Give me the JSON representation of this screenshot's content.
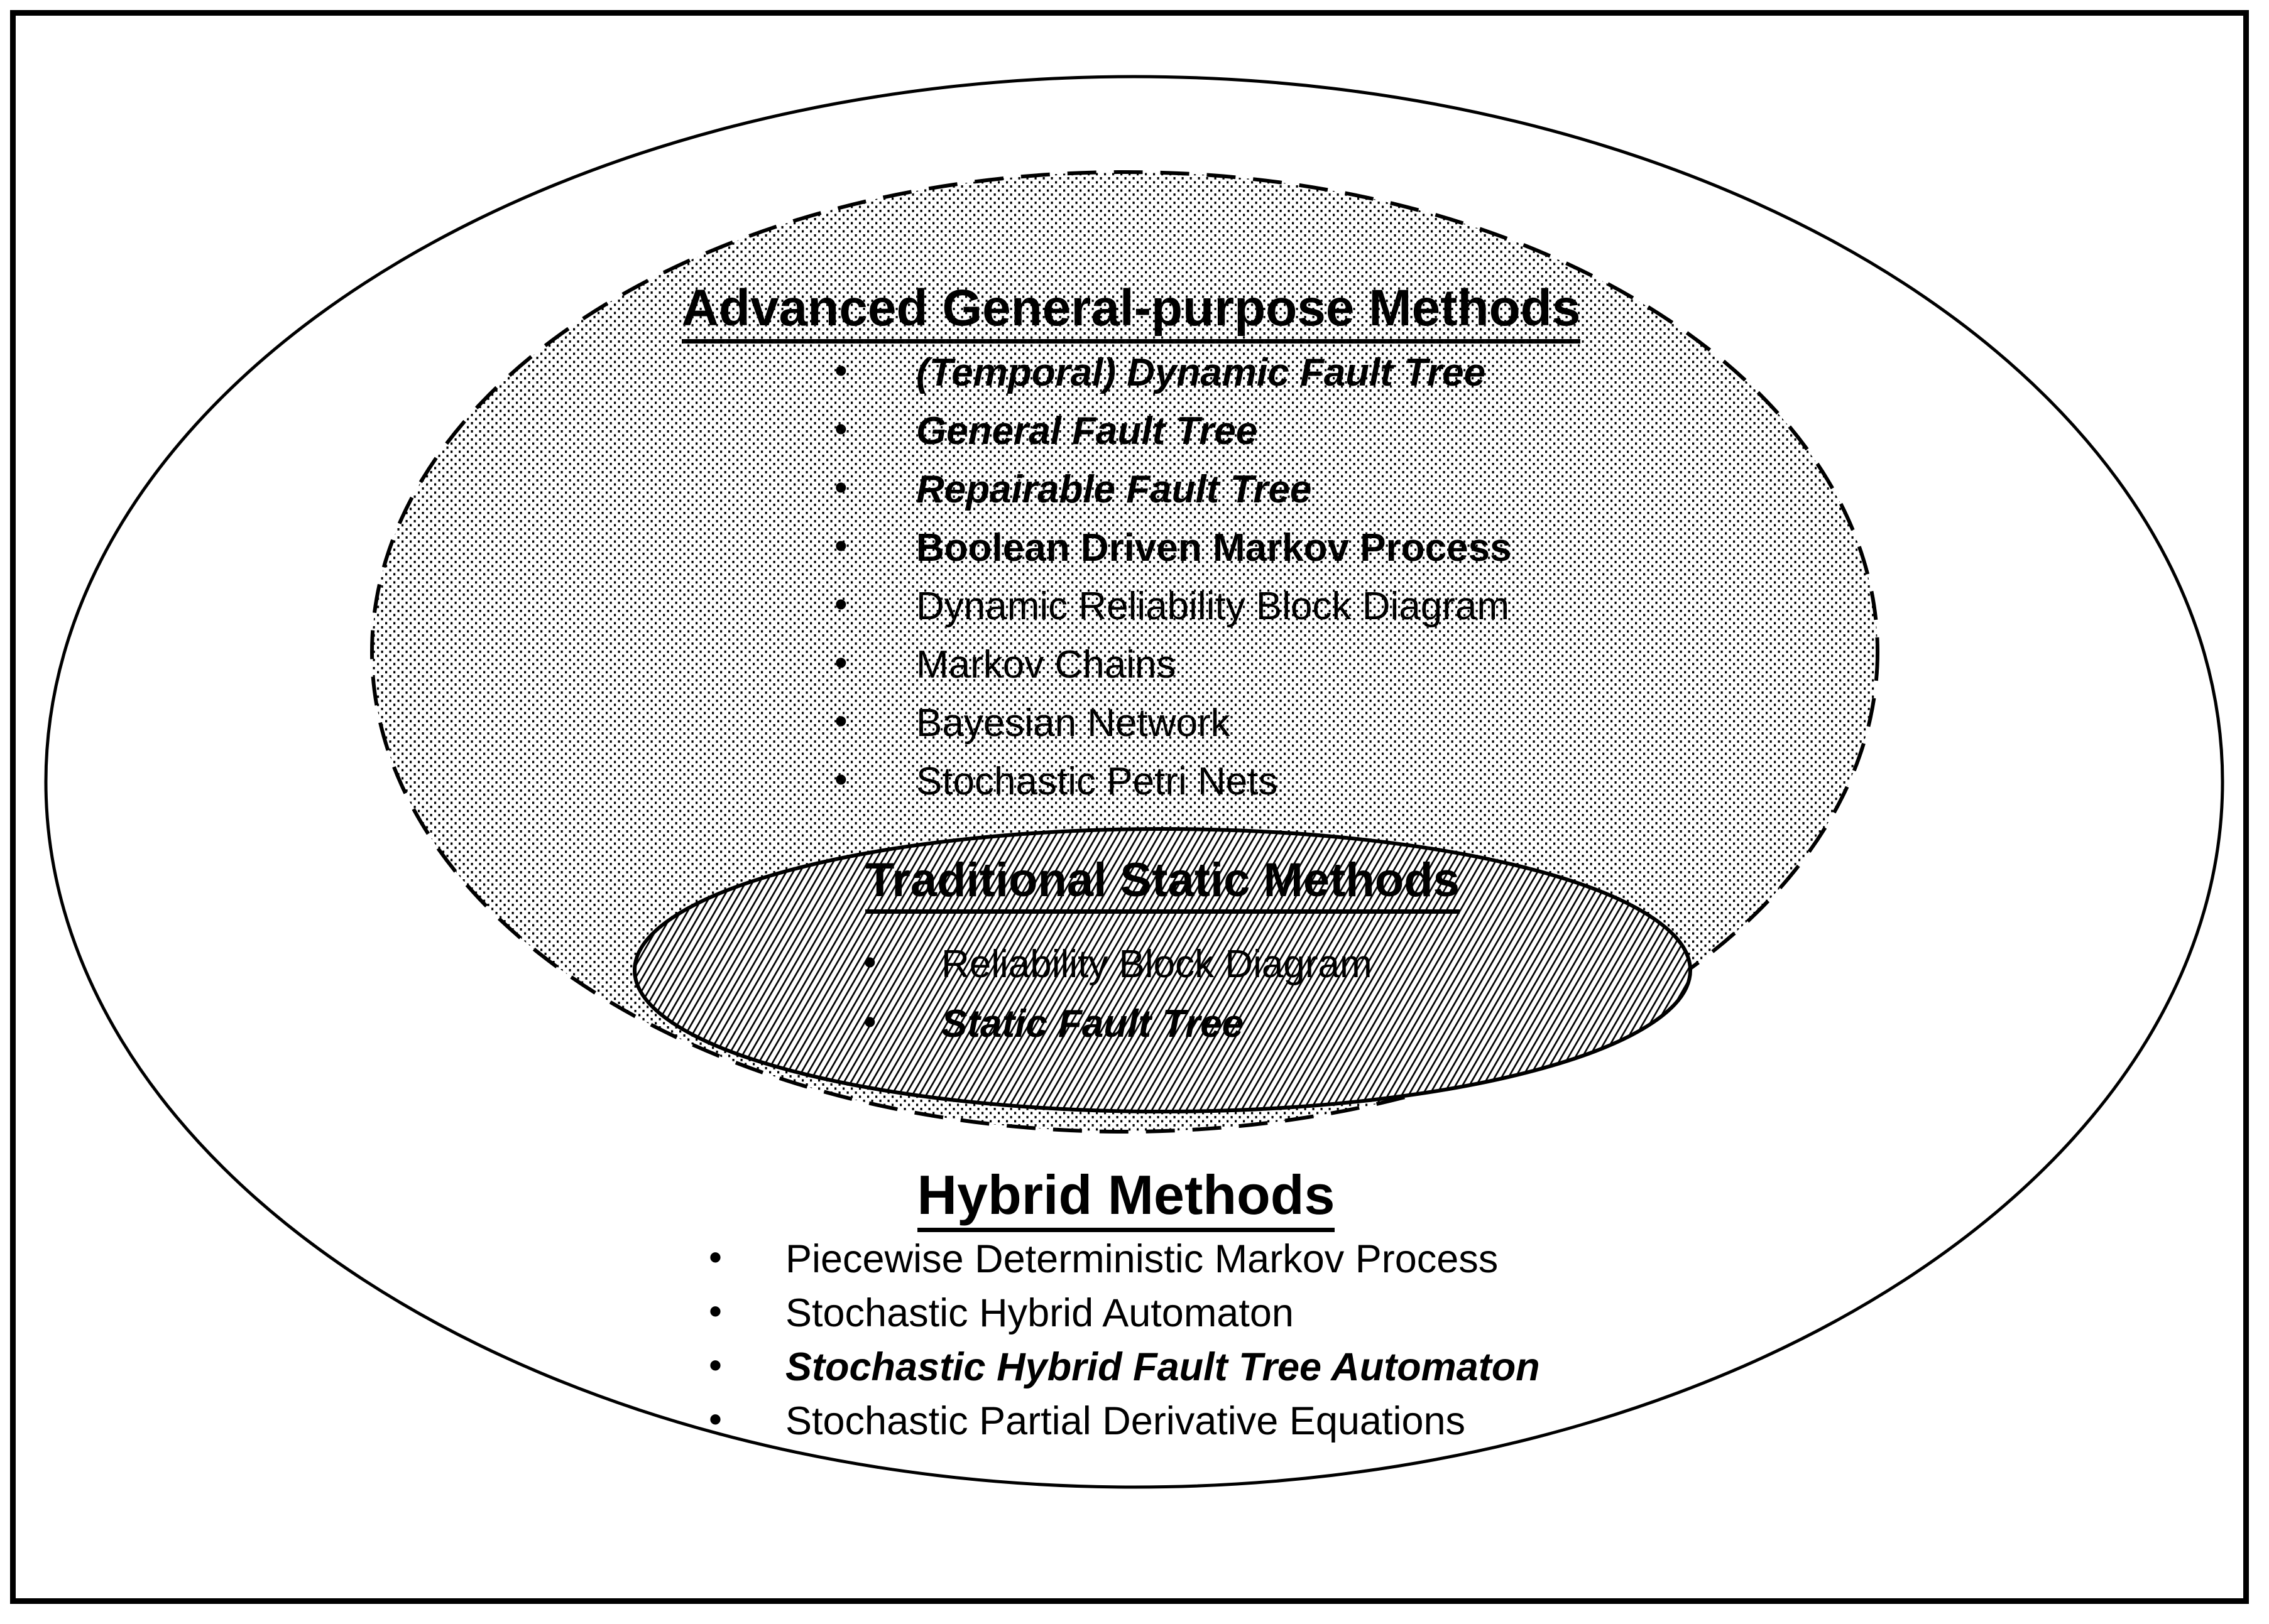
{
  "diagram": {
    "advanced": {
      "title": "Advanced General-purpose Methods",
      "items": [
        {
          "label": "(Temporal) Dynamic Fault Tree"
        },
        {
          "label": "General Fault Tree"
        },
        {
          "label": "Repairable Fault Tree"
        },
        {
          "label": "Boolean Driven Markov Process"
        },
        {
          "label": "Dynamic Reliability Block Diagram"
        },
        {
          "label": "Markov Chains"
        },
        {
          "label": "Bayesian Network"
        },
        {
          "label": "Stochastic Petri Nets"
        }
      ]
    },
    "traditional": {
      "title": "Traditional Static Methods",
      "items": [
        {
          "label": "Reliability Block Diagram"
        },
        {
          "label": "Static Fault Tree"
        }
      ]
    },
    "hybrid": {
      "title": "Hybrid Methods",
      "items": [
        {
          "label": "Piecewise Deterministic Markov Process"
        },
        {
          "label": "Stochastic Hybrid Automaton"
        },
        {
          "label": "Stochastic Hybrid Fault Tree Automaton"
        },
        {
          "label": "Stochastic Partial Derivative Equations"
        }
      ]
    },
    "bullet_glyph": "•",
    "colors": {
      "ink": "#000000",
      "background": "#ffffff"
    }
  }
}
